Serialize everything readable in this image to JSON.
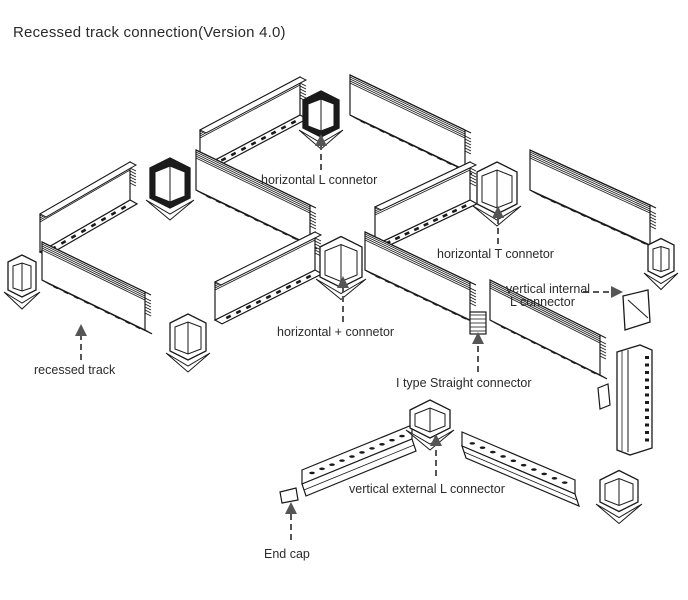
{
  "title": "Recessed track connection(Version 4.0)",
  "labels": {
    "horizontal_l": "horizontal L connetor",
    "horizontal_t": "horizontal T connetor",
    "vertical_internal_l_line1": "vertical internal",
    "vertical_internal_l_line2": "L connector",
    "horizontal_plus": "horizontal + connetor",
    "recessed_track": "recessed track",
    "i_type_straight": "I type Straight connector",
    "vertical_external_l": "vertical external L connector",
    "end_cap": "End cap"
  },
  "components": [
    {
      "name": "horizontal L connetor",
      "icon": "l-connector-icon"
    },
    {
      "name": "horizontal T connetor",
      "icon": "t-connector-icon"
    },
    {
      "name": "horizontal + connetor",
      "icon": "plus-connector-icon"
    },
    {
      "name": "vertical internal L connector",
      "icon": "internal-l-connector-icon"
    },
    {
      "name": "vertical external L connector",
      "icon": "external-l-connector-icon"
    },
    {
      "name": "I type Straight connector",
      "icon": "straight-connector-icon"
    },
    {
      "name": "recessed track",
      "icon": "track-icon"
    },
    {
      "name": "End cap",
      "icon": "end-cap-icon"
    }
  ],
  "colors": {
    "line": "#1a1a1a",
    "arrow": "#555555",
    "text": "#2b2b2b",
    "background": "#ffffff"
  }
}
